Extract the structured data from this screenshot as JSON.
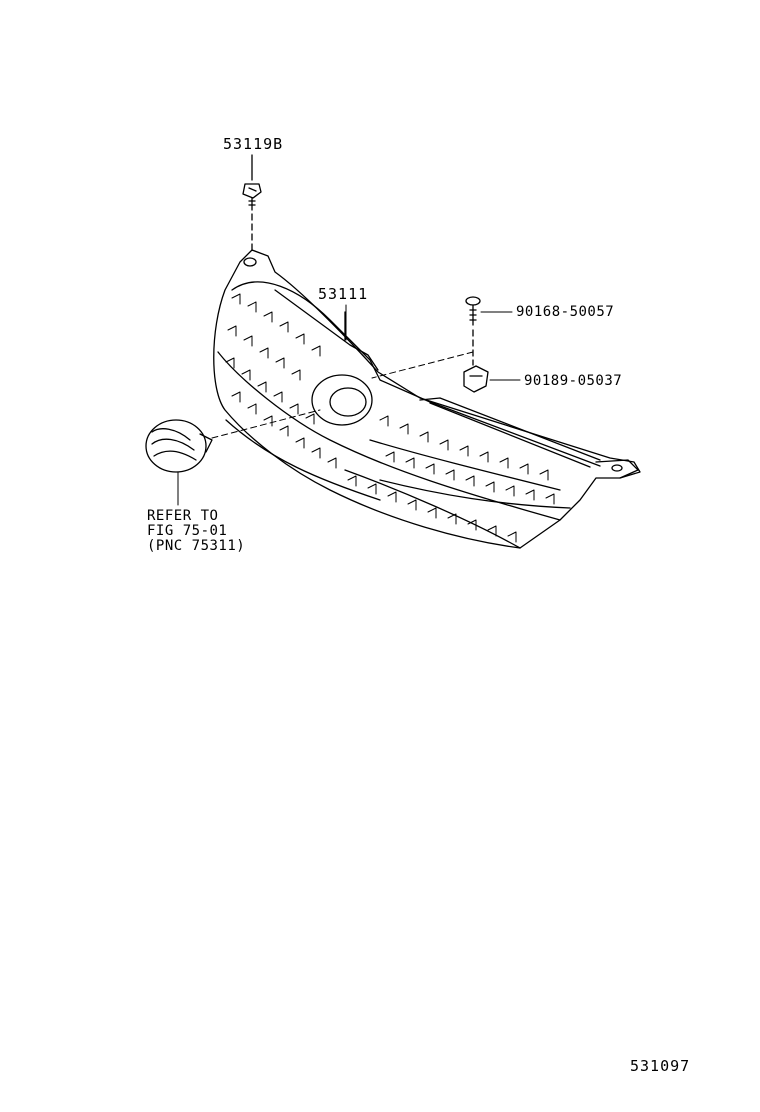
{
  "parts": {
    "bolt_top": "53119B",
    "grille": "53111",
    "screw": "90168-50057",
    "clip": "90189-05037"
  },
  "reference": {
    "line1": "REFER TO",
    "line2": "FIG 75-01",
    "line3": "(PNC 75311)"
  },
  "figure_id": "531097"
}
